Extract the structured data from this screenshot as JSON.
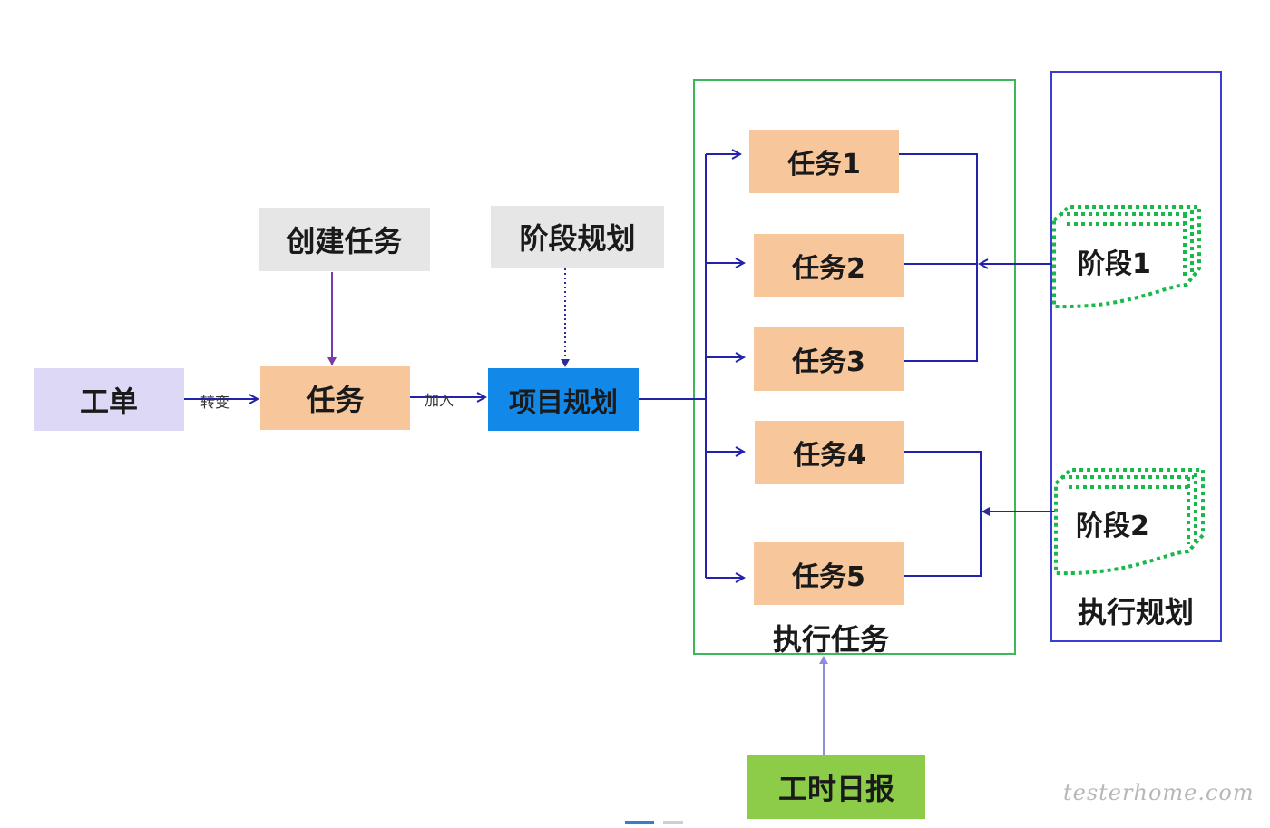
{
  "nodes": {
    "work_order": "工单",
    "task": "任务",
    "create_task": "创建任务",
    "stage_plan": "阶段规划",
    "project_plan": "项目规划",
    "task1": "任务1",
    "task2": "任务2",
    "task3": "任务3",
    "task4": "任务4",
    "task5": "任务5",
    "stage1": "阶段1",
    "stage2": "阶段2",
    "timesheet": "工时日报"
  },
  "groups": {
    "execute_tasks": "执行任务",
    "execute_plan": "执行规划"
  },
  "edges": {
    "convert": "转变",
    "join": "加入"
  },
  "watermark": "testerhome.com",
  "colors": {
    "lavender": "#dcd8f6",
    "peach": "#f8c69b",
    "gray": "#e6e6e6",
    "blue": "#1289e8",
    "green": "#8ccc48",
    "group_green": "#3cb85b",
    "group_blue": "#3b3bd6",
    "stage_dots": "#19b84a",
    "wire": "#2222aa"
  }
}
